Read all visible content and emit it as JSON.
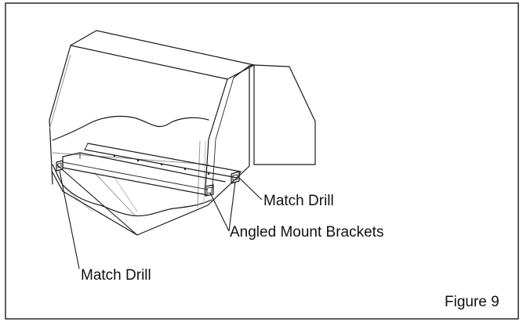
{
  "labels": {
    "match_drill_right": "Match Drill",
    "angled_mount_brackets": "Angled Mount Brackets",
    "match_drill_left": "Match Drill",
    "figure_caption": "Figure 9"
  },
  "colors": {
    "line": "#1a1a1a",
    "background": "#ffffff",
    "hidden_line": "#8c8c8c"
  }
}
